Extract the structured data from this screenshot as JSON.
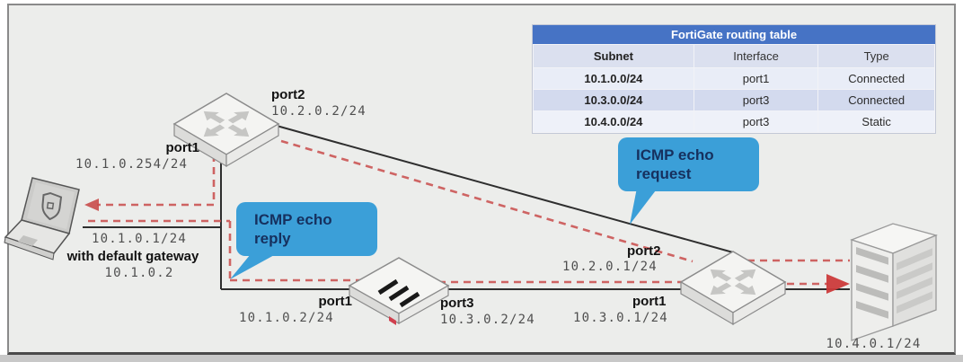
{
  "routing_table": {
    "title": "FortiGate routing table",
    "columns": [
      "Subnet",
      "Interface",
      "Type"
    ],
    "rows": [
      [
        "10.1.0.0/24",
        "port1",
        "Connected"
      ],
      [
        "10.3.0.0/24",
        "port3",
        "Connected"
      ],
      [
        "10.4.0.0/24",
        "port3",
        "Static"
      ]
    ]
  },
  "callouts": {
    "icmp_reply": "ICMP echo reply",
    "icmp_request": "ICMP echo request"
  },
  "devices": {
    "router_top": {
      "icon": "router-icon",
      "ports": [
        {
          "name": "port2",
          "ip": "10.2.0.2/24"
        },
        {
          "name": "port1",
          "ip": "10.1.0.254/24"
        }
      ]
    },
    "fortigate": {
      "icon": "fortigate-icon",
      "ports": [
        {
          "name": "port1",
          "ip": "10.1.0.2/24"
        },
        {
          "name": "port3",
          "ip": "10.3.0.2/24"
        }
      ]
    },
    "router_right": {
      "icon": "router-icon",
      "ports": [
        {
          "name": "port2",
          "ip": "10.2.0.1/24"
        },
        {
          "name": "port1",
          "ip": "10.3.0.1/24"
        }
      ]
    },
    "pc": {
      "icon": "laptop-icon",
      "ip": "10.1.0.1/24",
      "note": "with default gateway",
      "gateway": "10.1.0.2"
    },
    "server": {
      "icon": "server-icon",
      "ip": "10.4.0.1/24"
    }
  },
  "colors": {
    "callout_blue": "#3b9fd8",
    "table_header_blue": "#4673c5",
    "path_red": "#c94b4b",
    "line_black": "#2e2e2e",
    "panel_bg": "#ecedeb"
  }
}
